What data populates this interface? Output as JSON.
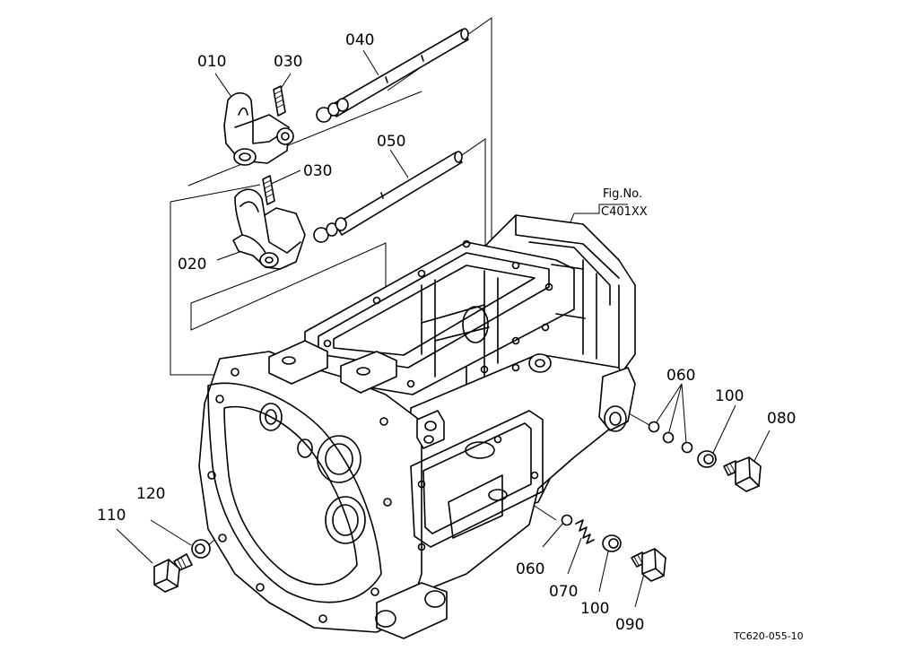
{
  "diagram": {
    "figure_note": "Fig.No.",
    "figure_ref": "C401XX",
    "drawing_code": "TC620-055-10",
    "callouts": [
      {
        "id": "c010",
        "label": "010"
      },
      {
        "id": "c030a",
        "label": "030"
      },
      {
        "id": "c040",
        "label": "040"
      },
      {
        "id": "c030b",
        "label": "030"
      },
      {
        "id": "c050",
        "label": "050"
      },
      {
        "id": "c020",
        "label": "020"
      },
      {
        "id": "c060a",
        "label": "060"
      },
      {
        "id": "c100a",
        "label": "100"
      },
      {
        "id": "c080",
        "label": "080"
      },
      {
        "id": "c120",
        "label": "120"
      },
      {
        "id": "c110",
        "label": "110"
      },
      {
        "id": "c060b",
        "label": "060"
      },
      {
        "id": "c070",
        "label": "070"
      },
      {
        "id": "c100b",
        "label": "100"
      },
      {
        "id": "c090",
        "label": "090"
      }
    ]
  }
}
